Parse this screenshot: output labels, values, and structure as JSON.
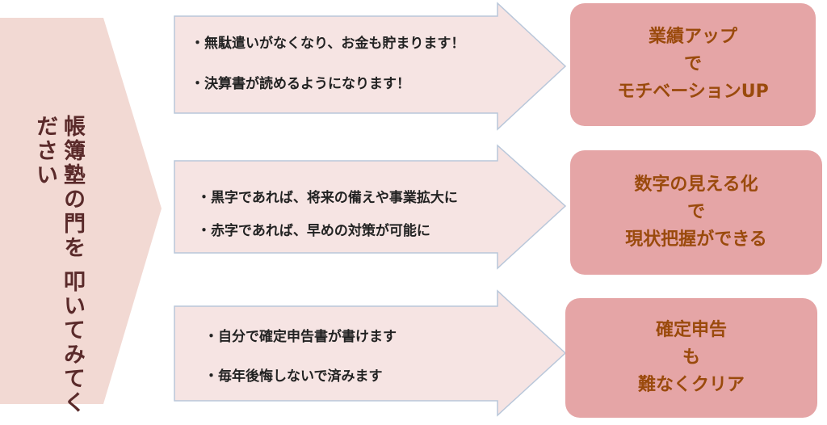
{
  "colors": {
    "left_chevron_fill": "#f2d9d3",
    "arrow_fill": "#f6e4e3",
    "arrow_stroke": "#b9c7da",
    "box_fill": "#e5a5a6",
    "box_text": "#9a4a0c",
    "heading_text": "#5a2a2a"
  },
  "left": {
    "line1": "帳簿塾の門を",
    "line2": "叩いてみてください"
  },
  "rows": [
    {
      "bullets": [
        "・無駄遣いがなくなり、お金も貯まります！",
        "・決算書が読めるようになります！"
      ],
      "result": [
        "業績アップ",
        "で",
        "モチベーションUP"
      ]
    },
    {
      "bullets": [
        "・黒字であれば、将来の備えや事業拡大に",
        "・赤字であれば、早めの対策が可能に"
      ],
      "result": [
        "数字の見える化",
        "で",
        "現状把握ができる"
      ]
    },
    {
      "bullets": [
        "・自分で確定申告書が書けます",
        "・毎年後悔しないで済みます"
      ],
      "result": [
        "確定申告",
        "も",
        "難なくクリア"
      ]
    }
  ]
}
